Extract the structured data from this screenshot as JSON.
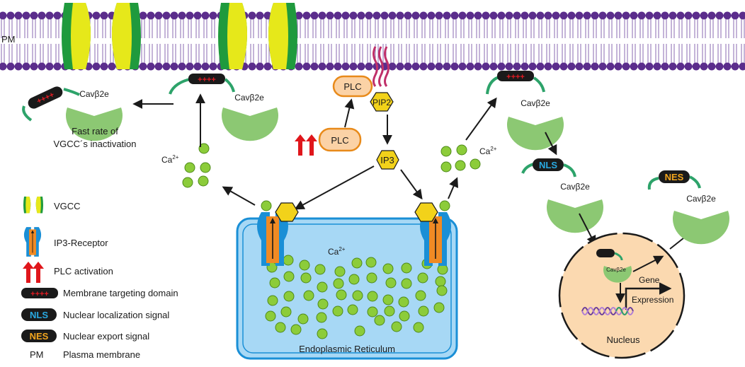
{
  "membrane": {
    "label": "PM"
  },
  "labels": {
    "cavb2e": "Cavβ2e",
    "plc": "PLC",
    "pip2": "PIP2",
    "ip3": "IP3",
    "ca": "Ca",
    "ca_sup": "2+",
    "nls": "NLS",
    "nes": "NES",
    "tag_plus": "++++",
    "fast_rate_line1": "Fast rate of",
    "fast_rate_line2": "VGCC´s inactivation",
    "er": "Endoplasmic Reticulum",
    "nucleus": "Nucleus",
    "gene": "Gene",
    "expression": "Expression"
  },
  "legend": [
    {
      "key": "vgcc",
      "label": "VGCC"
    },
    {
      "key": "ip3r",
      "label": "IP3-Receptor"
    },
    {
      "key": "plc",
      "label": "PLC activation"
    },
    {
      "key": "mtd",
      "label": "Membrane targeting domain"
    },
    {
      "key": "nls",
      "label": "Nuclear localization signal"
    },
    {
      "key": "nes",
      "label": "Nuclear export signal"
    },
    {
      "key": "pm",
      "label": "Plasma membrane",
      "abbr": "PM"
    }
  ],
  "colors": {
    "membrane": "#5b2d8c",
    "membrane_tail": "#8a6ab0",
    "vgcc_outer": "#1f9a3d",
    "vgcc_inner": "#e6e81a",
    "cav": "#8cc873",
    "cav_tail": "#2da36a",
    "calcium": "#8ccc3a",
    "calcium_stroke": "#4e8a1a",
    "ip3_hex": "#f2d21a",
    "plc": "#fbd2a6",
    "plc_stroke": "#e88a1a",
    "er_fill": "#a7d8f5",
    "er_stroke": "#1a8fd6",
    "nucleus_fill": "#fbd9b0",
    "arrow": "#1a1a1a",
    "plc_arrow": "#e0161b",
    "pip2_tail": "#c0306a",
    "tag_plus": "#e31b23",
    "nls_text": "#29a9e1",
    "nes_text": "#f3a61d"
  }
}
